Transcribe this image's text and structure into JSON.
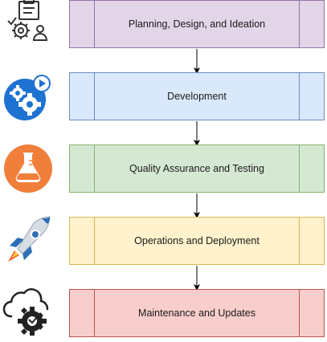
{
  "stages": [
    {
      "label": "Planning, Design, and Ideation",
      "icon": "planning-gears-icon",
      "fill": "#e1d5e7",
      "stroke": "#9673a6"
    },
    {
      "label": "Development",
      "icon": "development-gears-icon",
      "fill": "#dae8fc",
      "stroke": "#6c8ebf"
    },
    {
      "label": "Quality Assurance and Testing",
      "icon": "lab-flask-icon",
      "fill": "#d5e8d4",
      "stroke": "#82b366"
    },
    {
      "label": "Operations and Deployment",
      "icon": "rocket-icon",
      "fill": "#fff2cc",
      "stroke": "#d6b656"
    },
    {
      "label": "Maintenance and Updates",
      "icon": "cloud-gear-icon",
      "fill": "#f8cecc",
      "stroke": "#b85450"
    }
  ]
}
